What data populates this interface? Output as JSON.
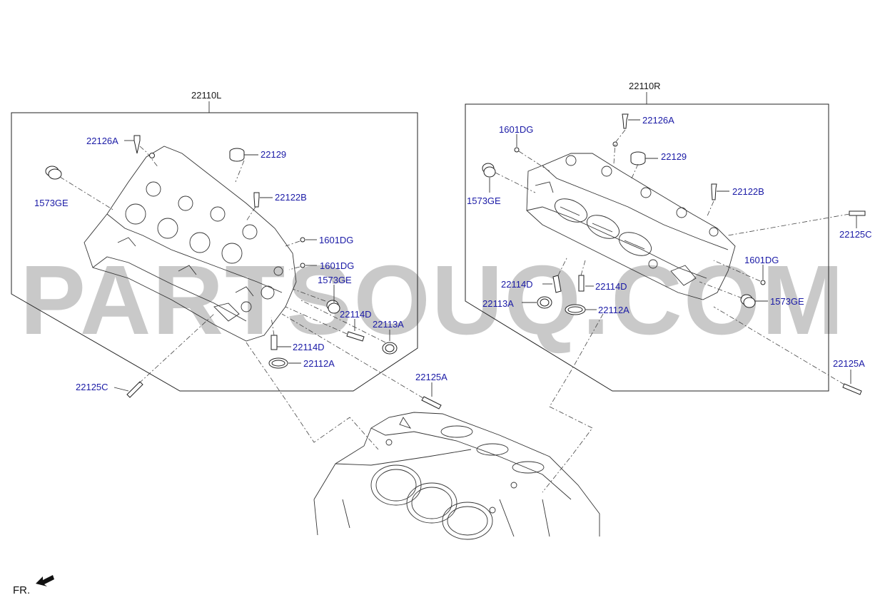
{
  "watermark": "PARTSOUQ.COM",
  "direction_label": "FR.",
  "left_group": {
    "title": "22110L",
    "labels": {
      "bolt_top": "22126A",
      "plug": "22129",
      "seal": "1573GE",
      "bolt_b": "22122B",
      "dowel_1": "1601DG",
      "dowel_2": "1601DG",
      "seal_2": "1573GE",
      "pin_1": "22114D",
      "ring_a": "22113A",
      "pin_2": "22114D",
      "ring_b": "22112A",
      "stud_c": "22125C",
      "stud_a": "22125A"
    }
  },
  "right_group": {
    "title": "22110R",
    "labels": {
      "dowel_top": "1601DG",
      "bolt_top": "22126A",
      "plug": "22129",
      "seal": "1573GE",
      "bolt_b": "22122B",
      "stud_c": "22125C",
      "dowel_2": "1601DG",
      "pin_1": "22114D",
      "pin_2": "22114D",
      "ring_a": "22113A",
      "ring_b": "22112A",
      "seal_2": "1573GE",
      "stud_a": "22125A"
    }
  }
}
